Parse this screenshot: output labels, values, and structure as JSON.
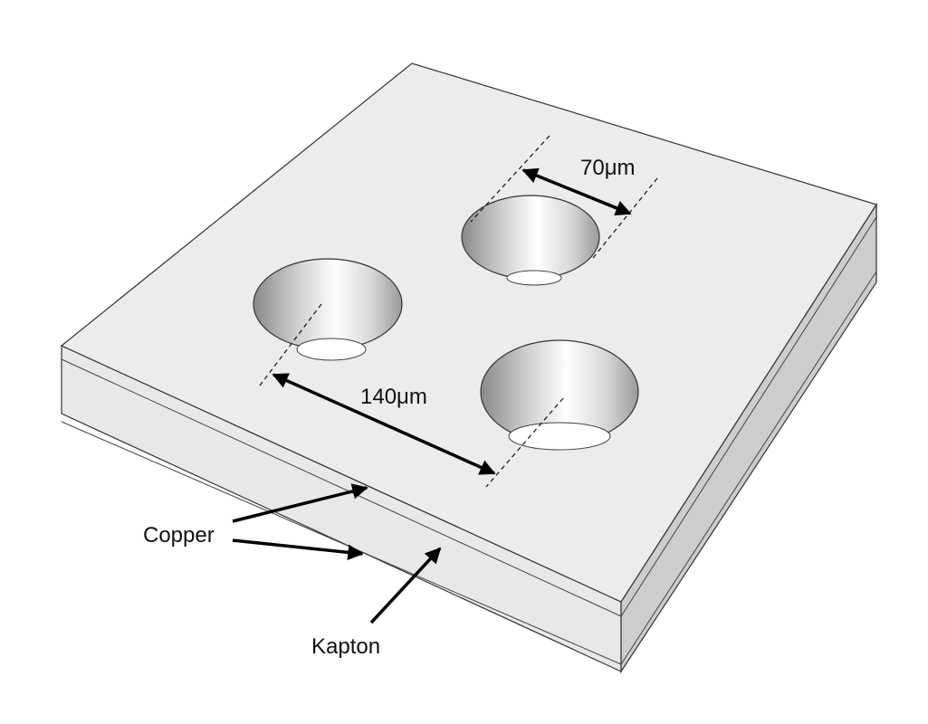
{
  "dimensions": {
    "hole_diameter": "70μm",
    "hole_pitch": "140μm"
  },
  "labels": {
    "copper": "Copper",
    "kapton": "Kapton"
  },
  "colors": {
    "top_face": "#ececec",
    "front_face": "#e8e8e8",
    "right_face": "#cfcfcf",
    "outline": "#333333",
    "arrow": "#000000"
  }
}
